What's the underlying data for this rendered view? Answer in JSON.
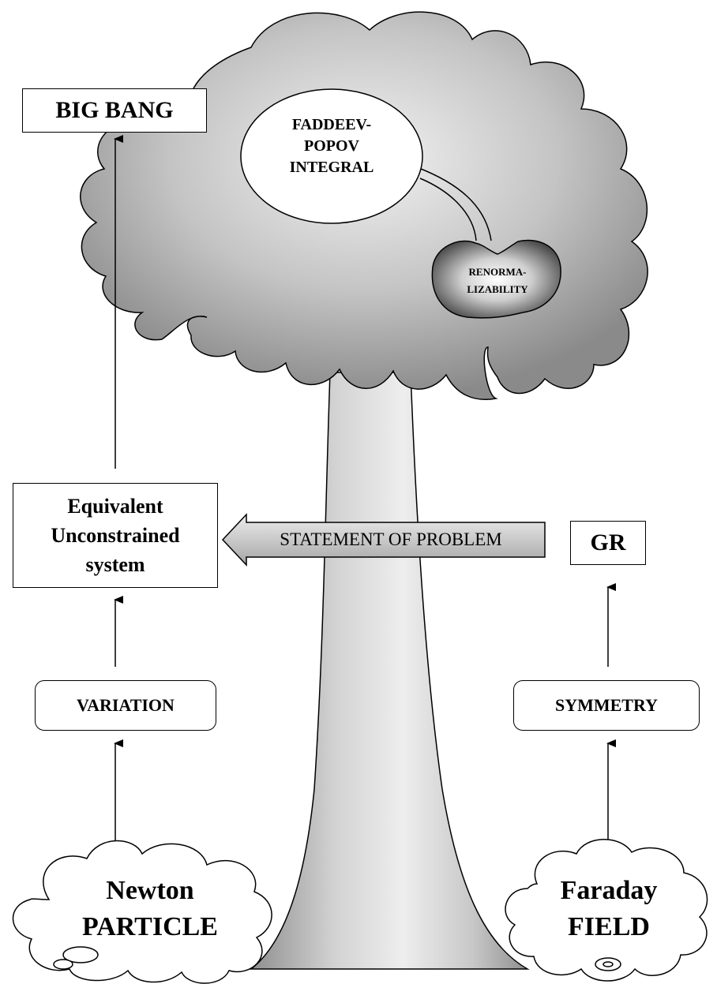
{
  "big_bang": "BIG BANG",
  "crown": {
    "lines": [
      "FADDEEV-",
      "POPOV",
      "INTEGRAL"
    ],
    "fruit": [
      "RENORMA-",
      "LIZABILITY"
    ]
  },
  "left": {
    "equivalent": [
      "Equivalent",
      "Unconstrained",
      "system"
    ],
    "variation": "VARIATION",
    "root": [
      "Newton",
      "PARTICLE"
    ]
  },
  "right": {
    "gr": "GR",
    "symmetry": "SYMMETRY",
    "root": [
      "Faraday",
      "FIELD"
    ]
  },
  "statement": "STATEMENT OF PROBLEM"
}
